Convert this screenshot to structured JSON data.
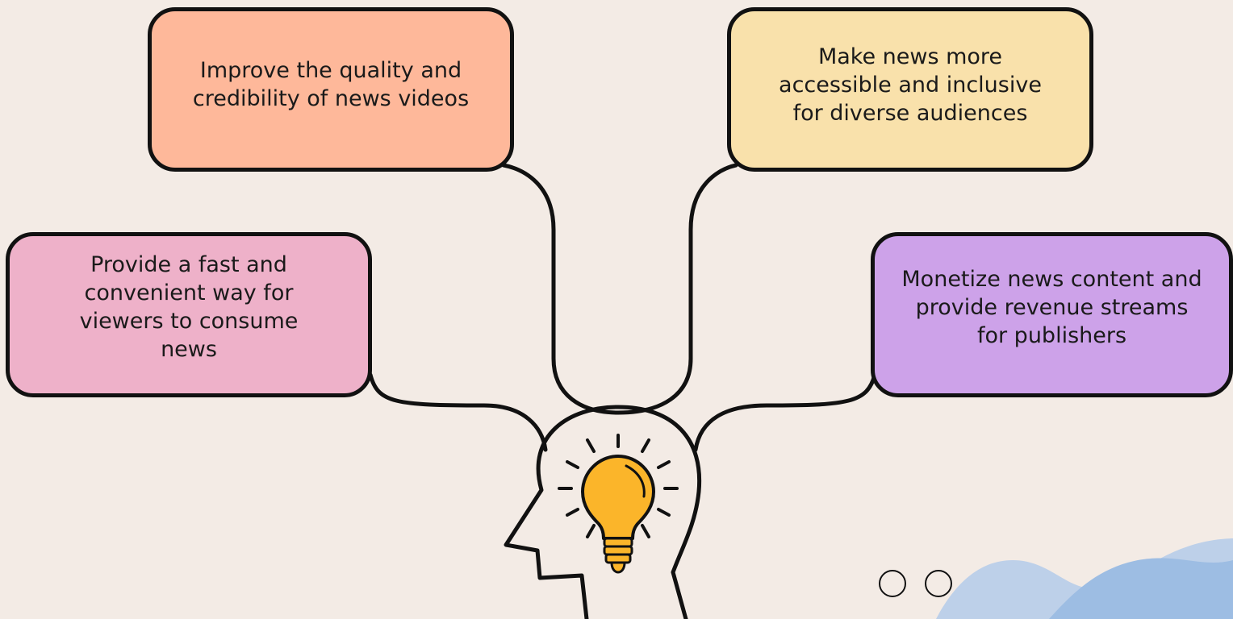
{
  "diagram": {
    "ideas": [
      {
        "text": "Improve the quality and credibility of news videos",
        "color": "#feb89a"
      },
      {
        "text": "Make news more accessible and inclusive for diverse audiences",
        "color": "#f9e1ab"
      },
      {
        "text": "Provide a fast and convenient way for viewers to consume news",
        "color": "#eeb1c9"
      },
      {
        "text": "Monetize news content and provide revenue streams for publishers",
        "color": "#cda2e9"
      }
    ],
    "center_icon": "head-with-lightbulb-icon",
    "colors": {
      "background": "#f3ebe5",
      "outline": "#111111",
      "bulb": "#fbb52a",
      "wave_light": "#bdd0e9",
      "wave_dark": "#9dbde3"
    }
  }
}
